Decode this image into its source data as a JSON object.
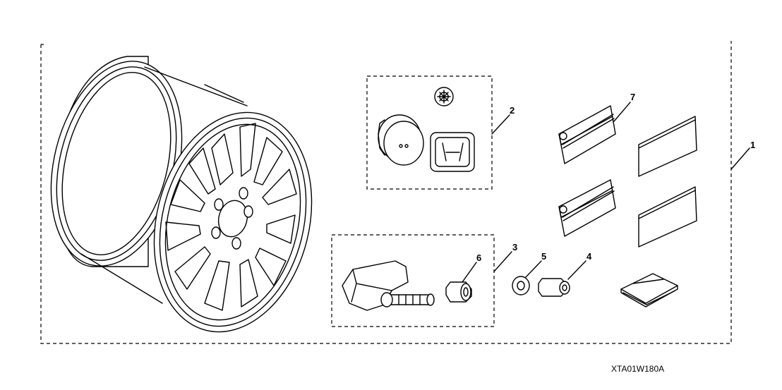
{
  "callouts": {
    "c1": "1",
    "c2": "2",
    "c3": "3",
    "c4": "4",
    "c5": "5",
    "c6": "6",
    "c7": "7"
  },
  "figure_code": "XTA01W180A",
  "parts": [
    {
      "id": "wheel",
      "icon": "alloy-wheel"
    },
    {
      "id": "center-cap-group",
      "icon": "center-cap"
    },
    {
      "id": "tpms-sensor-group",
      "icon": "tpms-sensor"
    },
    {
      "id": "valve-nut",
      "icon": "valve-nut"
    },
    {
      "id": "washer",
      "icon": "washer"
    },
    {
      "id": "valve-cap",
      "icon": "valve-cap"
    },
    {
      "id": "label-stickers",
      "icon": "sticker"
    },
    {
      "id": "instructions",
      "icon": "booklet"
    }
  ]
}
